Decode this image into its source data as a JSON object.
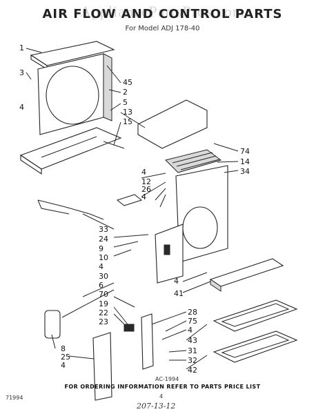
{
  "diagram": {
    "watermark": "AppliancePartsPros.com",
    "title": "AIR FLOW AND CONTROL PARTS",
    "subtitle": "For Model ADJ 178-40",
    "drawing_code": "AC-1994",
    "date_code": "71994",
    "page_number": "4",
    "footer_note": "FOR ORDERING INFORMATION REFER TO PARTS PRICE LIST",
    "handwritten": "207-13-12",
    "callouts_left": [
      "1",
      "3",
      "4",
      "45",
      "2",
      "5",
      "13",
      "15",
      "33",
      "24",
      "9",
      "10",
      "4",
      "30",
      "6",
      "70",
      "19",
      "22",
      "23",
      "8",
      "25",
      "4"
    ],
    "callouts_right": [
      "74",
      "14",
      "34",
      "4",
      "12",
      "26",
      "4",
      "28",
      "75",
      "4",
      "43",
      "31",
      "32",
      "42",
      "4",
      "41"
    ]
  }
}
